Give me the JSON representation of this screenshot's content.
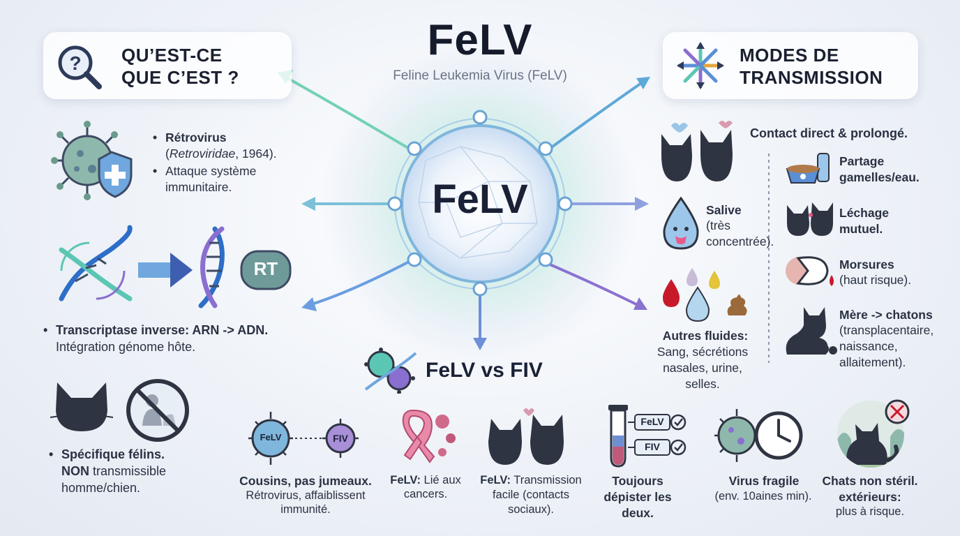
{
  "header": {
    "title": "FeLV",
    "subtitle": "Feline Leukemia Virus (FeLV)"
  },
  "hub": {
    "label": "FeLV"
  },
  "left_panel": {
    "title_line1": "QU’EST-CE",
    "title_line2": "QUE C’EST ?",
    "retro": {
      "title": "Rétrovirus",
      "family_open": "(",
      "family_italic": "Retroviridae",
      "family_close": ", 1964).",
      "attack": "Attaque système immunitaire."
    },
    "dna": {
      "rt_label": "RT",
      "line1": "Transcriptase inverse: ARN -> ADN.",
      "line2": "Intégration génome hôte."
    },
    "species": {
      "line1": "Spécifique félins.",
      "line2_bold": "NON",
      "line2_rest": " transmissible",
      "line3": "homme/chien."
    }
  },
  "right_panel": {
    "title_line1": "MODES DE",
    "title_line2": "TRANSMISSION",
    "contact": "Contact direct & prolongé.",
    "bowls": "Partage gamelles/eau.",
    "saliva_title": "Salive",
    "saliva_detail": "(très concentrée).",
    "licking": "Léchage mutuel.",
    "bites_title": "Morsures",
    "bites_detail": "(haut risque).",
    "mother_title": "Mère -> chatons",
    "mother_detail": "(transplacentaire, naissance, allaitement).",
    "fluids_title": "Autres fluides:",
    "fluids_detail": "Sang, sécrétions nasales, urine, selles."
  },
  "comparison": {
    "title": "FeLV vs FIV",
    "felv_badge": "FeLV",
    "fiv_badge": "FIV",
    "items": [
      {
        "bold": "Cousins, pas jumeaux.",
        "rest": "Rétrovirus, affaiblissent immunité."
      },
      {
        "bold": "FeLV:",
        "rest": " Lié aux cancers."
      },
      {
        "bold": "FeLV:",
        "rest": " Transmission facile (contacts sociaux)."
      },
      {
        "bold": "Toujours dépister les deux.",
        "rest": ""
      },
      {
        "bold": "Virus fragile",
        "rest": "(env. 10aines min)."
      },
      {
        "bold": "Chats non stéril. extérieurs:",
        "rest": "plus à risque."
      }
    ],
    "test_labels": [
      "FeLV",
      "FIV"
    ]
  },
  "colors": {
    "teal": "#5cc6b4",
    "blue": "#5b8fd6",
    "purple": "#8a6fd0",
    "dark": "#161b2b",
    "cat": "#2f3442",
    "blood": "#c8192b"
  }
}
